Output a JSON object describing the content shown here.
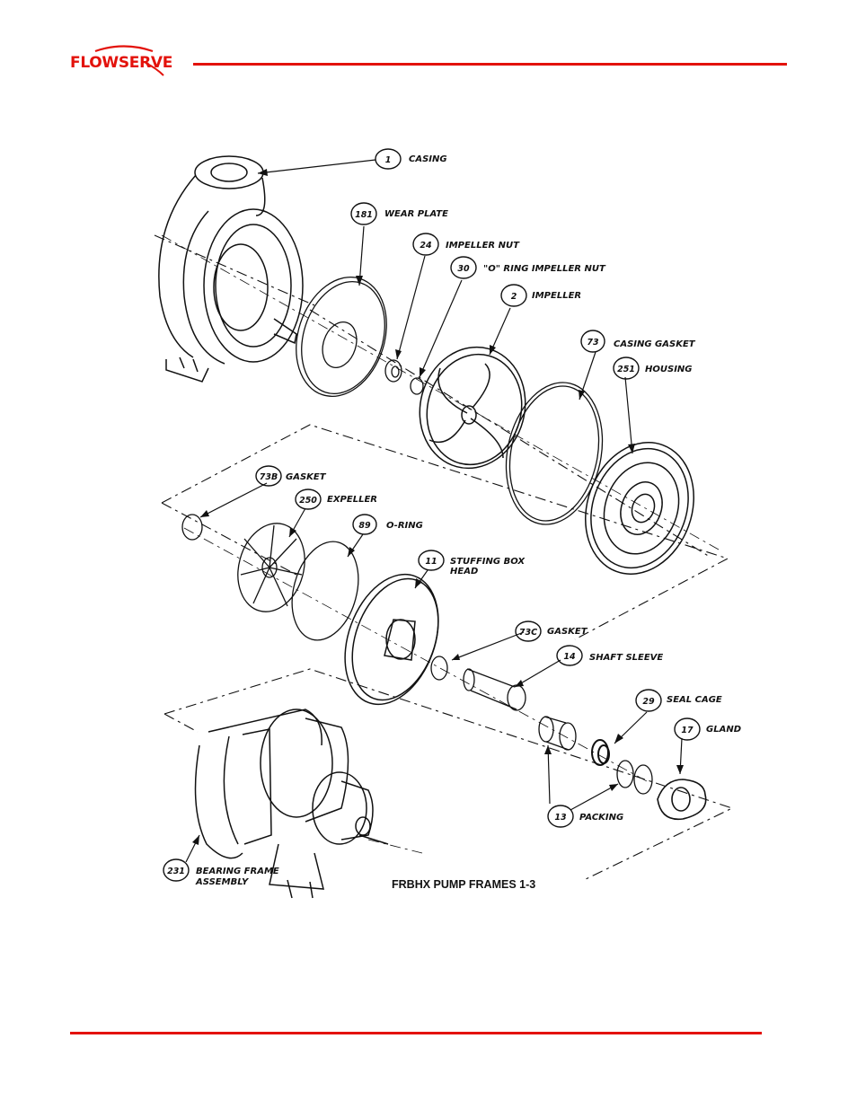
{
  "header": {
    "brand": "FLOWSERVE"
  },
  "figure": {
    "caption": "FRBHX PUMP FRAMES 1-3",
    "callouts": [
      {
        "id": "casing",
        "number": "1",
        "label": "CASING"
      },
      {
        "id": "wear-plate",
        "number": "181",
        "label": "WEAR PLATE"
      },
      {
        "id": "impeller-nut",
        "number": "24",
        "label": "IMPELLER NUT"
      },
      {
        "id": "o-ring-impeller-nut",
        "number": "30",
        "label": "\"O\" RING IMPELLER NUT"
      },
      {
        "id": "impeller",
        "number": "2",
        "label": "IMPELLER"
      },
      {
        "id": "casing-gasket",
        "number": "73",
        "label": "CASING GASKET"
      },
      {
        "id": "housing",
        "number": "251",
        "label": "HOUSING"
      },
      {
        "id": "gasket-73b",
        "number": "73B",
        "label": "GASKET"
      },
      {
        "id": "expeller",
        "number": "250",
        "label": "EXPELLER"
      },
      {
        "id": "o-ring",
        "number": "89",
        "label": "O-RING"
      },
      {
        "id": "stuffing-box-head",
        "number": "11",
        "label": "STUFFING BOX",
        "label2": "HEAD"
      },
      {
        "id": "gasket-73c",
        "number": "73C",
        "label": "GASKET"
      },
      {
        "id": "shaft-sleeve",
        "number": "14",
        "label": "SHAFT SLEEVE"
      },
      {
        "id": "seal-cage",
        "number": "29",
        "label": "SEAL CAGE"
      },
      {
        "id": "gland",
        "number": "17",
        "label": "GLAND"
      },
      {
        "id": "packing",
        "number": "13",
        "label": "PACKING"
      },
      {
        "id": "bearing-frame",
        "number": "231",
        "label": "BEARING FRAME",
        "label2": "ASSEMBLY"
      }
    ]
  }
}
